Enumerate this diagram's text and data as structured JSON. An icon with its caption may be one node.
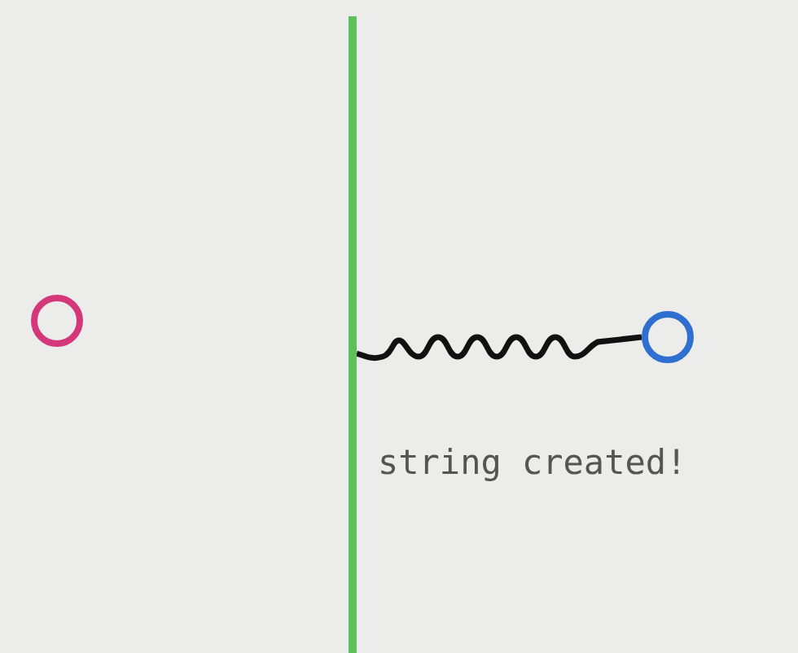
{
  "diagram": {
    "nodes": [
      {
        "text": [],
        "shape": "circle"
      },
      {
        "text": [],
        "shape": "bar"
      },
      {
        "text": [],
        "shape": "circle"
      }
    ],
    "edges": [
      {
        "from": 1,
        "to": 2,
        "arrow": "none"
      }
    ],
    "labels": [
      "string created!"
    ]
  }
}
